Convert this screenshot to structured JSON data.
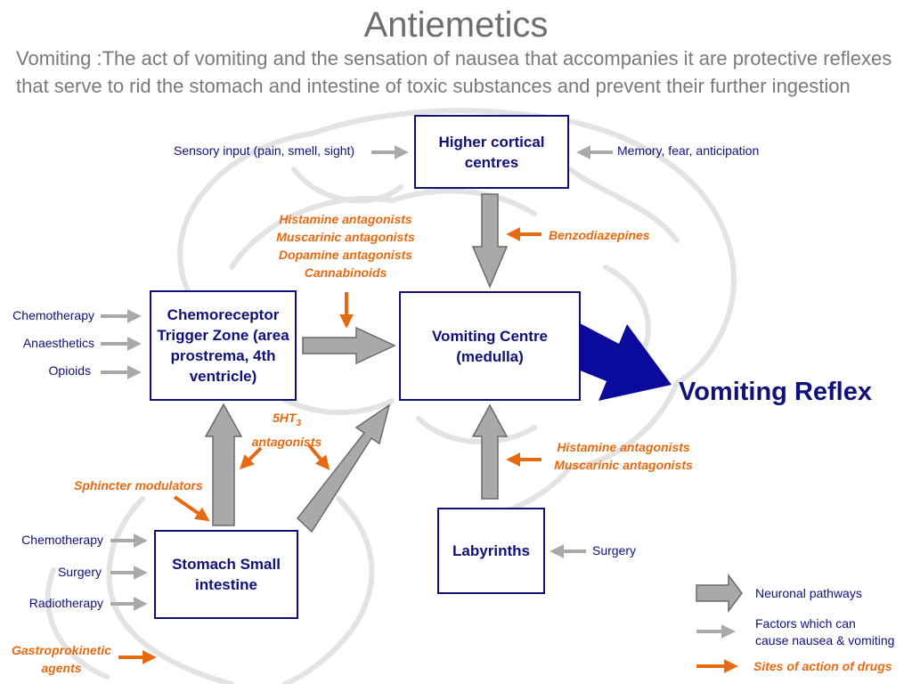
{
  "title": "Antiemetics",
  "intro": "Vomiting  :The act of vomiting and the sensation of nausea that accompanies it are protective reflexes that serve to rid the stomach and intestine of toxic substances and prevent their further ingestion",
  "boxes": {
    "higher_cortical": "Higher cortical centres",
    "ctz": "Chemoreceptor Trigger Zone (area prostrema, 4th ventricle)",
    "vomiting_centre": "Vomiting Centre (medulla)",
    "stomach": "Stomach Small intestine",
    "labyrinths": "Labyrinths"
  },
  "factors": {
    "sensory": "Sensory input (pain, smell, sight)",
    "memory": "Memory, fear, anticipation",
    "ctz_chemo": "Chemotherapy",
    "ctz_anaes": "Anaesthetics",
    "ctz_opioids": "Opioids",
    "stomach_chemo": "Chemotherapy",
    "stomach_surgery": "Surgery",
    "stomach_radio": "Radiotherapy",
    "lab_surgery": "Surgery"
  },
  "drugs": {
    "vc_group": [
      "Histamine antagonists",
      "Muscarinic antagonists",
      "Dopamine antagonists",
      "Cannabinoids"
    ],
    "benzodiazepines": "Benzodiazepines",
    "ht3": [
      "5HT",
      "3",
      "antagonists"
    ],
    "lab_group": [
      "Histamine antagonists",
      "Muscarinic antagonists"
    ],
    "sphincter": "Sphincter modulators",
    "gastro": [
      "Gastroprokinetic",
      "agents"
    ]
  },
  "reflex": "Vomiting Reflex",
  "legend": {
    "neuronal": "Neuronal pathways",
    "factors": [
      "Factors which can",
      "cause nausea & vomiting"
    ],
    "drugs": "Sites of action of drugs"
  },
  "colors": {
    "box_border": "#10107a",
    "pathway_fill": "#a9a9a9",
    "factor_arrow": "#a9a9a9",
    "drug": "#e86a10",
    "reflex_arrow": "#0a0a9c",
    "title": "#6e6e6e"
  }
}
